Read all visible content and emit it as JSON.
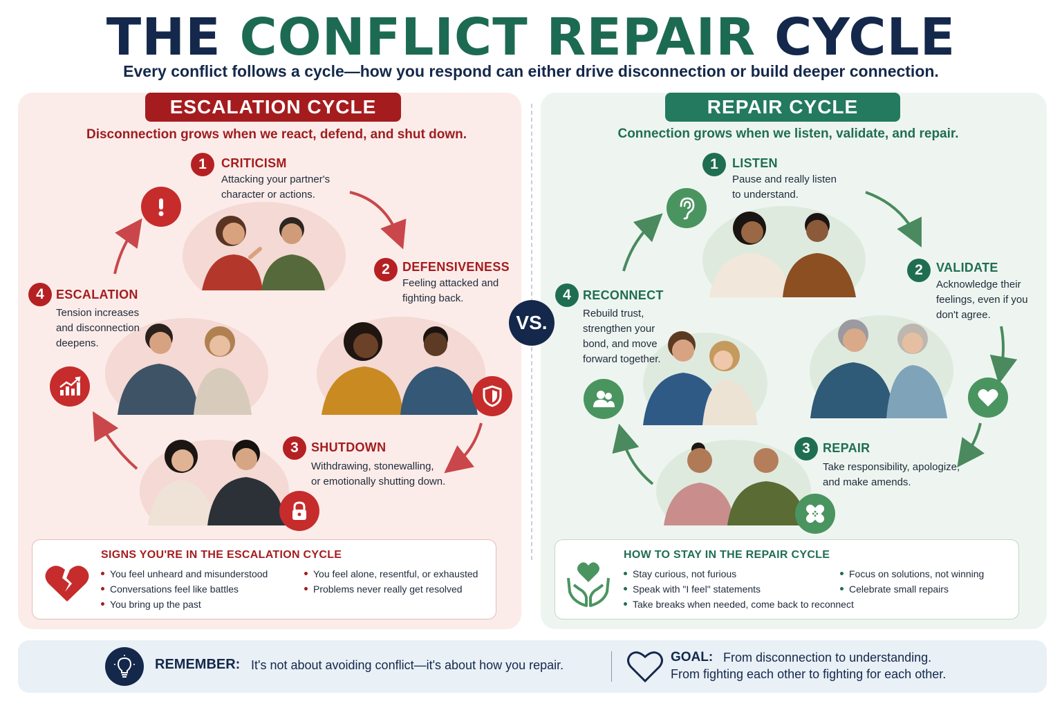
{
  "header": {
    "title_part1": "THE ",
    "title_part2": "CONFLICT REPAIR",
    "title_part3": " CYCLE",
    "subtitle": "Every conflict follows a cycle—how you respond can either drive disconnection or build deeper connection."
  },
  "escalation": {
    "banner": "ESCALATION CYCLE",
    "tagline": "Disconnection grows when we react, defend, and shut down.",
    "steps": [
      {
        "num": "1",
        "title": "CRITICISM",
        "desc1": "Attacking your partner's",
        "desc2": "character or actions."
      },
      {
        "num": "2",
        "title": "DEFENSIVENESS",
        "desc1": "Feeling attacked and",
        "desc2": "fighting back."
      },
      {
        "num": "3",
        "title": "SHUTDOWN",
        "desc1": "Withdrawing, stonewalling,",
        "desc2": "or emotionally shutting down."
      },
      {
        "num": "4",
        "title": "ESCALATION",
        "desc1": "Tension increases",
        "desc2": "and disconnection",
        "desc3": "deepens."
      }
    ],
    "signs_title": "SIGNS YOU'RE IN THE ESCALATION CYCLE",
    "signs": [
      "You feel unheard and misunderstood",
      "Conversations feel like battles",
      "You bring up the past",
      "You feel alone, resentful, or exhausted",
      "Problems never really get resolved"
    ]
  },
  "vs_label": "VS.",
  "repair": {
    "banner": "REPAIR CYCLE",
    "tagline": "Connection grows when we listen, validate, and repair.",
    "steps": [
      {
        "num": "1",
        "title": "LISTEN",
        "desc1": "Pause and really listen",
        "desc2": "to understand."
      },
      {
        "num": "2",
        "title": "VALIDATE",
        "desc1": "Acknowledge their",
        "desc2": "feelings, even if you",
        "desc3": "don't agree."
      },
      {
        "num": "3",
        "title": "REPAIR",
        "desc1": "Take responsibility, apologize,",
        "desc2": "and make amends."
      },
      {
        "num": "4",
        "title": "RECONNECT",
        "desc1": "Rebuild trust,",
        "desc2": "strengthen your",
        "desc3": "bond, and move",
        "desc4": "forward together."
      }
    ],
    "stay_title": "HOW TO STAY IN THE REPAIR CYCLE",
    "stay": [
      "Stay curious, not furious",
      "Speak with \"I feel\" statements",
      "Take breaks when needed, come back to reconnect",
      "Focus on solutions, not winning",
      "Celebrate small repairs"
    ]
  },
  "footer": {
    "remember_label": "REMEMBER:",
    "remember_text": "It's not about avoiding conflict—it's about how you repair.",
    "goal_label": "GOAL:",
    "goal_line1": "From disconnection to understanding.",
    "goal_line2": "From fighting each other to fighting for each other."
  },
  "colors": {
    "navy": "#14284b",
    "red": "#a51c1f",
    "green": "#1f6e52",
    "panel_left": "#fbece9",
    "panel_right": "#eef5f0"
  },
  "icons": {
    "criticism": "exclamation-icon",
    "defensiveness": "shield-icon",
    "shutdown": "lock-icon",
    "escalation": "chart-up-icon",
    "listen": "ear-icon",
    "validate": "heart-icon",
    "repair": "bandage-icon",
    "reconnect": "people-icon",
    "signs": "broken-heart-icon",
    "stay": "heart-hands-icon",
    "remember": "lightbulb-icon",
    "goal": "heart-outline-icon"
  }
}
